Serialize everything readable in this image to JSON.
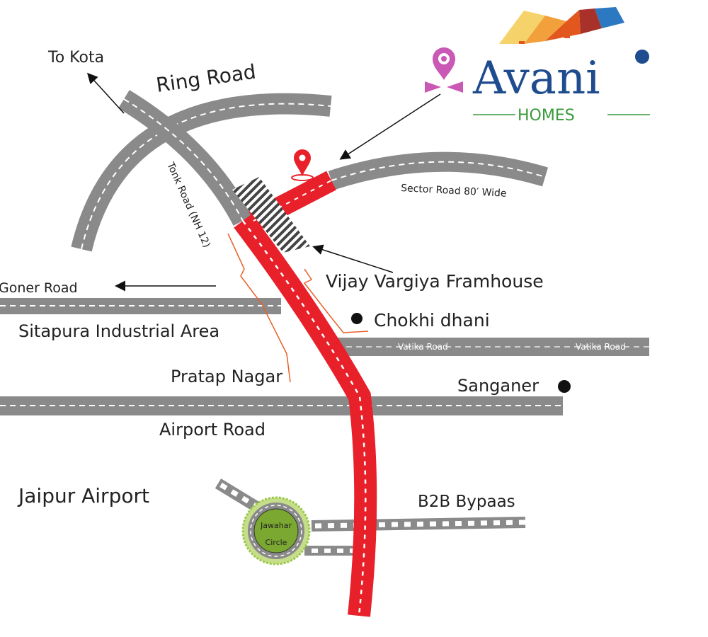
{
  "logo": {
    "brand": "Avani",
    "sub": "HOMES"
  },
  "roads": {
    "ring_road": "Ring Road",
    "tonk_road": "Tonk Road (NH 12)",
    "sector_road": "Sector Road 80′ Wide",
    "goner_road": "Goner Road",
    "vatika_road_1": "Vatika Road",
    "vatika_road_2": "Vatika Road",
    "airport_road": "Airport Road",
    "b2b_bypass": "B2B Bypaas"
  },
  "places": {
    "to_kota": "To Kota",
    "vijay_vargiya": "Vijay Vargiya Framhouse",
    "chokhi_dhani": "Chokhi dhani",
    "sitapura": "Sitapura Industrial Area",
    "pratap_nagar": "Pratap Nagar",
    "sanganer": "Sanganer",
    "jaipur_airport": "Jaipur Airport",
    "jawahar_circle_1": "Jawahar",
    "jawahar_circle_2": "Circle"
  },
  "colors": {
    "road": "#8a8a8a",
    "highlight_road": "#e8202a",
    "logo_blue": "#1e4c8f",
    "logo_green": "#3a9a3a",
    "logo_pin": "#c959b4",
    "circle_green": "#7aa830"
  },
  "icons": {
    "project_pin": "location-pin-icon",
    "logo_pin": "location-pin-icon"
  }
}
